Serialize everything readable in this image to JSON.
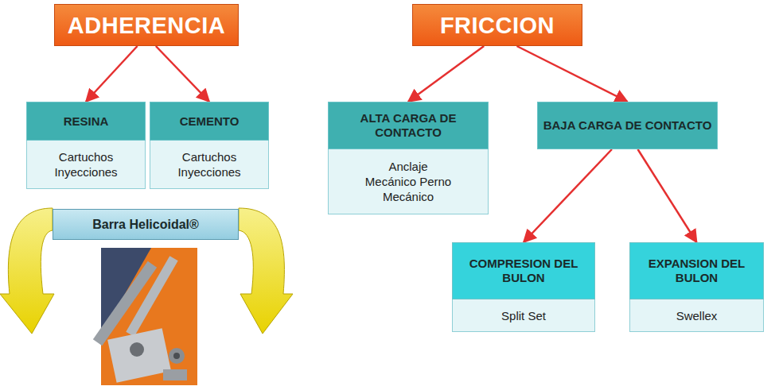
{
  "diagram": {
    "nodes": [
      {
        "text": [
          "ADHERENCIA"
        ]
      },
      {
        "text": [
          "RESINA",
          "Cartuchos Inyecciones"
        ]
      },
      {
        "text": [
          "CEMENTO",
          "Cartuchos Inyecciones"
        ]
      },
      {
        "text": [
          "Barra Helicoidal®"
        ]
      },
      {
        "text": [
          "FRICCION"
        ]
      },
      {
        "text": [
          "ALTA CARGA DE CONTACTO",
          "Anclaje Mecánico Perno Mecánico"
        ]
      },
      {
        "text": [
          "BAJA CARGA DE CONTACTO"
        ]
      },
      {
        "text": [
          "COMPRESION DEL BULON",
          "Split Set"
        ]
      },
      {
        "text": [
          "EXPANSION DEL BULON",
          "Swellex"
        ]
      }
    ],
    "edges": [
      {
        "from": 0,
        "to": 1,
        "arrow": "to"
      },
      {
        "from": 0,
        "to": 2,
        "arrow": "to"
      },
      {
        "from": 4,
        "to": 5,
        "arrow": "to"
      },
      {
        "from": 4,
        "to": 6,
        "arrow": "to"
      },
      {
        "from": 6,
        "to": 7,
        "arrow": "to"
      },
      {
        "from": 6,
        "to": 8,
        "arrow": "to"
      }
    ]
  }
}
